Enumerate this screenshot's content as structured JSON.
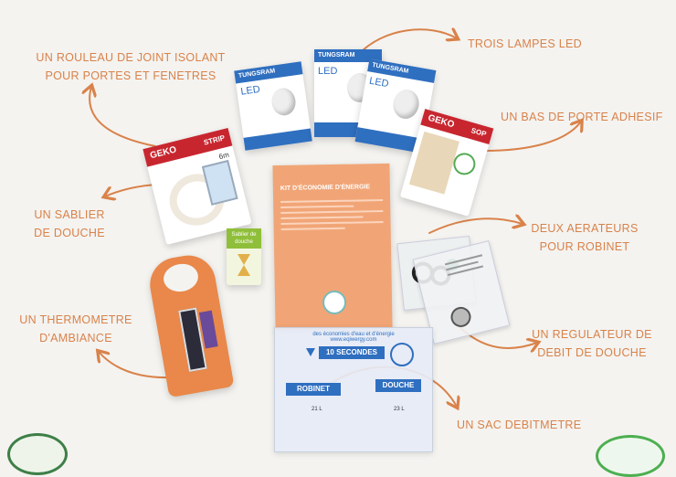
{
  "labels": {
    "joint": [
      "UN ROULEAU DE JOINT ISOLANT",
      "POUR PORTES ET FENETRES"
    ],
    "lampes": [
      "TROIS LAMPES LED"
    ],
    "bas_porte": [
      "UN BAS DE PORTE ADHESIF"
    ],
    "sablier": [
      "UN SABLIER",
      "DE DOUCHE"
    ],
    "aerateurs": [
      "DEUX AERATEURS",
      "POUR ROBINET"
    ],
    "thermometre": [
      "UN THERMOMETRE",
      "D'AMBIANCE"
    ],
    "regulateur": [
      "UN REGULATEUR DE",
      "DEBIT DE DOUCHE"
    ],
    "sac": [
      "UN SAC DEBITMETRE"
    ]
  },
  "products": {
    "lamp_brand": "TUNGSRAM",
    "lamp_type": "LED",
    "geko_brand": "GEKO",
    "geko_strip": "STRIP",
    "geko_strip_size": "6m",
    "geko_sop": "SOP",
    "sablier_name": "Sablier de douche",
    "guide_title": "KIT D'ÉCONOMIE D'ÉNERGIE",
    "bag_note": "des économies d'eau et d'énergie",
    "bag_url": "www.eqiwergy.com",
    "bag_timer": "10 SECONDES",
    "bag_robinet": "ROBINET",
    "bag_douche": "DOUCHE",
    "bag_val1": "21 L",
    "bag_val2": "23 L"
  },
  "colors": {
    "accent": "#d9824a",
    "lamp_blue": "#2f6fc0",
    "geko_red": "#c8262f",
    "guide_orange": "#f1a576",
    "hanger_orange": "#e9884a"
  }
}
